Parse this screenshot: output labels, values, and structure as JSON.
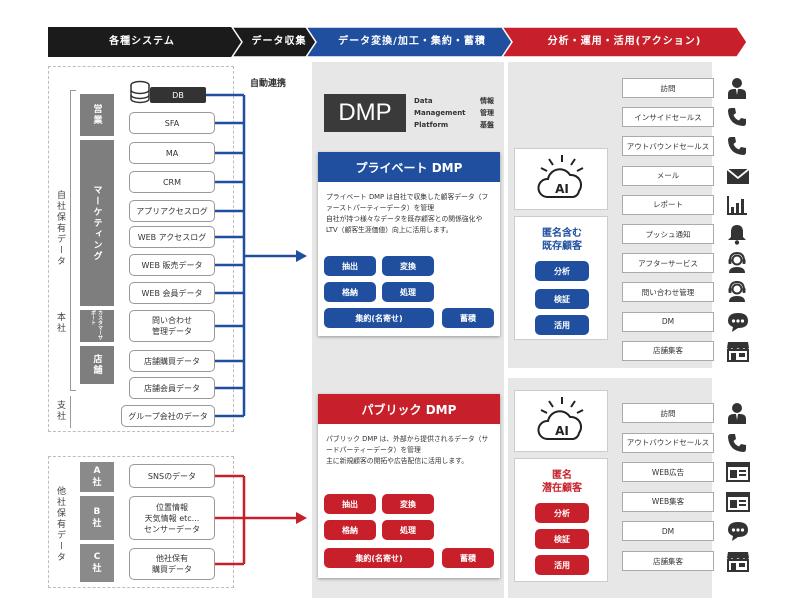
{
  "header": {
    "stage1": "各種システム",
    "stage2": "データ収集",
    "stage3": "データ変換/加工・集約・蓄積",
    "stage4": "分析・運用・活用(アクション)"
  },
  "colors": {
    "dark": "#1b1b1b",
    "blue": "#1f4f9e",
    "red": "#c8202a",
    "gray": "#7e7e7e"
  },
  "auto_link": "自動連携",
  "own_data": {
    "side_label": "自社保有データ",
    "hq_label": "本社",
    "branch_label": "支社",
    "depts": {
      "sales": "営業",
      "marketing": "マーケティング",
      "cs": "カスタマーサポート",
      "store": "店舗"
    },
    "sources": [
      "DB",
      "SFA",
      "MA",
      "CRM",
      "アプリアクセスログ",
      "WEB アクセスログ",
      "WEB 販売データ",
      "WEB 会員データ",
      "問い合わせ\n管理データ",
      "店舗購買データ",
      "店舗会員データ",
      "グループ会社のデータ"
    ]
  },
  "other_data": {
    "side_label": "他社保有データ",
    "partners": [
      "A\n社",
      "B\n社",
      "C\n社"
    ],
    "sources": [
      "SNSのデータ",
      "位置情報\n天気情報 etc...\nセンサーデータ",
      "他社保有\n購買データ"
    ]
  },
  "dmp_logo": {
    "title": "DMP",
    "rows": [
      [
        "Data",
        "情報"
      ],
      [
        "Management",
        "管理"
      ],
      [
        "Platform",
        "基盤"
      ]
    ]
  },
  "private_dmp": {
    "title": "プライベート DMP",
    "desc": "プライベート DMP は自社で収集した顧客データ（ファーストパーティーデータ）を管理\n自社が持つ様々なデータを既存顧客との関係強化や LTV（顧客生涯価値）向上に活用します。",
    "buttons": {
      "extract": "抽出",
      "convert": "変換",
      "store": "格納",
      "process": "処理",
      "aggregate": "集約(名寄せ)",
      "accumulate": "蓄積"
    }
  },
  "public_dmp": {
    "title": "パブリック DMP",
    "desc": "パブリック DMP は、外部から提供されるデータ（サードパーティーデータ）を管理\n主に新規顧客の開拓や広告配信に活用します。",
    "buttons": {
      "extract": "抽出",
      "convert": "変換",
      "store": "格納",
      "process": "処理",
      "aggregate": "集約(名寄せ)",
      "accumulate": "蓄積"
    }
  },
  "ai_label": "AI",
  "existing": {
    "title": "匿名含む\n既存顧客",
    "buttons": [
      "分析",
      "検証",
      "活用"
    ]
  },
  "potential": {
    "title": "匿名\n潜在顧客",
    "buttons": [
      "分析",
      "検証",
      "活用"
    ]
  },
  "actions_top": [
    {
      "label": "訪問",
      "icon": "person-icon"
    },
    {
      "label": "インサイドセールス",
      "icon": "phone-icon"
    },
    {
      "label": "アウトバウンドセールス",
      "icon": "phone-icon"
    },
    {
      "label": "メール",
      "icon": "mail-icon"
    },
    {
      "label": "レポート",
      "icon": "report-icon"
    },
    {
      "label": "プッシュ通知",
      "icon": "bell-icon"
    },
    {
      "label": "アフターサービス",
      "icon": "support-icon"
    },
    {
      "label": "問い合わせ管理",
      "icon": "support-icon"
    },
    {
      "label": "DM",
      "icon": "chat-icon"
    },
    {
      "label": "店舗集客",
      "icon": "store-icon"
    }
  ],
  "actions_bottom": [
    {
      "label": "訪問",
      "icon": "person-icon"
    },
    {
      "label": "アウトバウンドセールス",
      "icon": "phone-icon"
    },
    {
      "label": "WEB広告",
      "icon": "web-icon"
    },
    {
      "label": "WEB集客",
      "icon": "web-icon"
    },
    {
      "label": "DM",
      "icon": "chat-icon"
    },
    {
      "label": "店舗集客",
      "icon": "store-icon"
    }
  ]
}
